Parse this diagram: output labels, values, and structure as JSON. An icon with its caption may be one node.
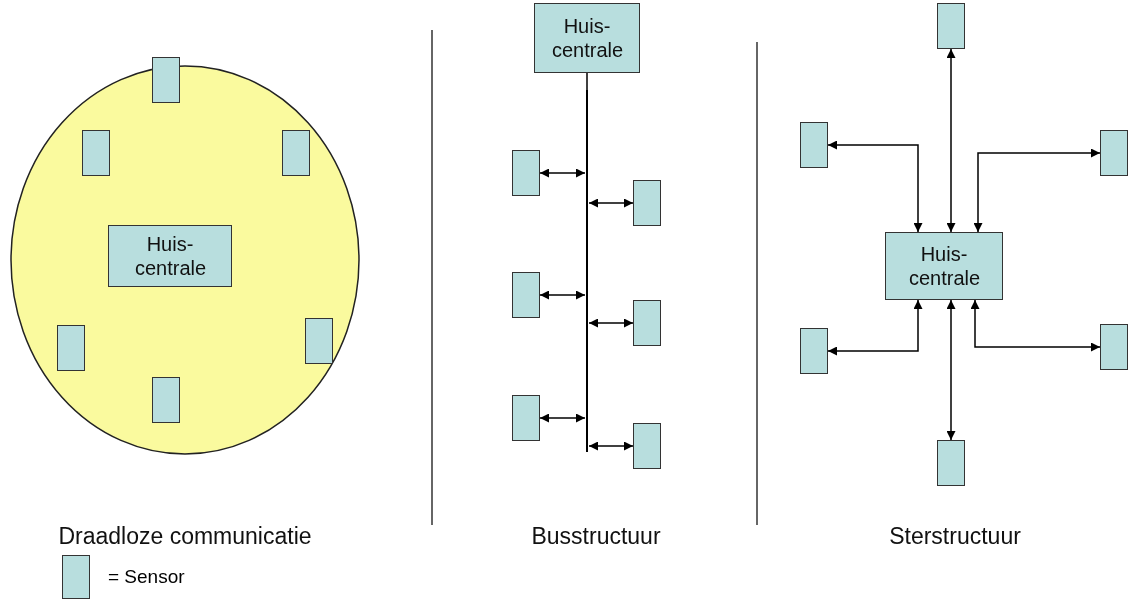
{
  "diagram": {
    "nodes": [
      {
        "text": [],
        "shape": "ellipse"
      },
      {
        "text": [],
        "shape": "box",
        "in": 0
      },
      {
        "text": [],
        "shape": "box",
        "in": 0
      },
      {
        "text": [],
        "shape": "box",
        "in": 0
      },
      {
        "text": [
          "Huis- centrale"
        ],
        "in": 0
      },
      {
        "text": [],
        "shape": "box",
        "in": 0
      },
      {
        "text": [],
        "shape": "box",
        "in": 0
      },
      {
        "text": [],
        "shape": "box",
        "in": 0
      },
      {
        "text": [
          "Huis- centrale"
        ]
      },
      {
        "text": [],
        "shape": "bar"
      },
      {
        "text": [],
        "shape": "box"
      },
      {
        "text": [],
        "shape": "box"
      },
      {
        "text": [],
        "shape": "box"
      },
      {
        "text": [],
        "shape": "box"
      },
      {
        "text": [],
        "shape": "box"
      },
      {
        "text": [],
        "shape": "box"
      },
      {
        "text": [],
        "shape": "box"
      },
      {
        "text": [],
        "shape": "box"
      },
      {
        "text": [],
        "shape": "box"
      },
      {
        "text": [
          "Huis- centrale"
        ]
      },
      {
        "text": [],
        "shape": "box"
      },
      {
        "text": [],
        "shape": "box"
      },
      {
        "text": [],
        "shape": "box"
      }
    ],
    "edges": [
      {
        "from": 8,
        "to": 9,
        "arrow": "none"
      },
      {
        "from": 9,
        "to": 10,
        "arrow": "both"
      },
      {
        "from": 9,
        "to": 11,
        "arrow": "both"
      },
      {
        "from": 9,
        "to": 12,
        "arrow": "both"
      },
      {
        "from": 9,
        "to": 13,
        "arrow": "both"
      },
      {
        "from": 9,
        "to": 14,
        "arrow": "both"
      },
      {
        "from": 9,
        "to": 15,
        "arrow": "both"
      },
      {
        "from": 19,
        "to": 16,
        "arrow": "both"
      },
      {
        "from": 19,
        "to": 17,
        "arrow": "both"
      },
      {
        "from": 19,
        "to": 18,
        "arrow": "both"
      },
      {
        "from": 19,
        "to": 20,
        "arrow": "both"
      },
      {
        "from": 19,
        "to": 21,
        "arrow": "both"
      },
      {
        "from": 19,
        "to": 22,
        "arrow": "both"
      }
    ],
    "labels": [
      "Draadloze communicatie",
      "Busstructuur",
      "Sterstructuur"
    ],
    "legend": [
      {
        "text": "= Sensor"
      }
    ]
  }
}
